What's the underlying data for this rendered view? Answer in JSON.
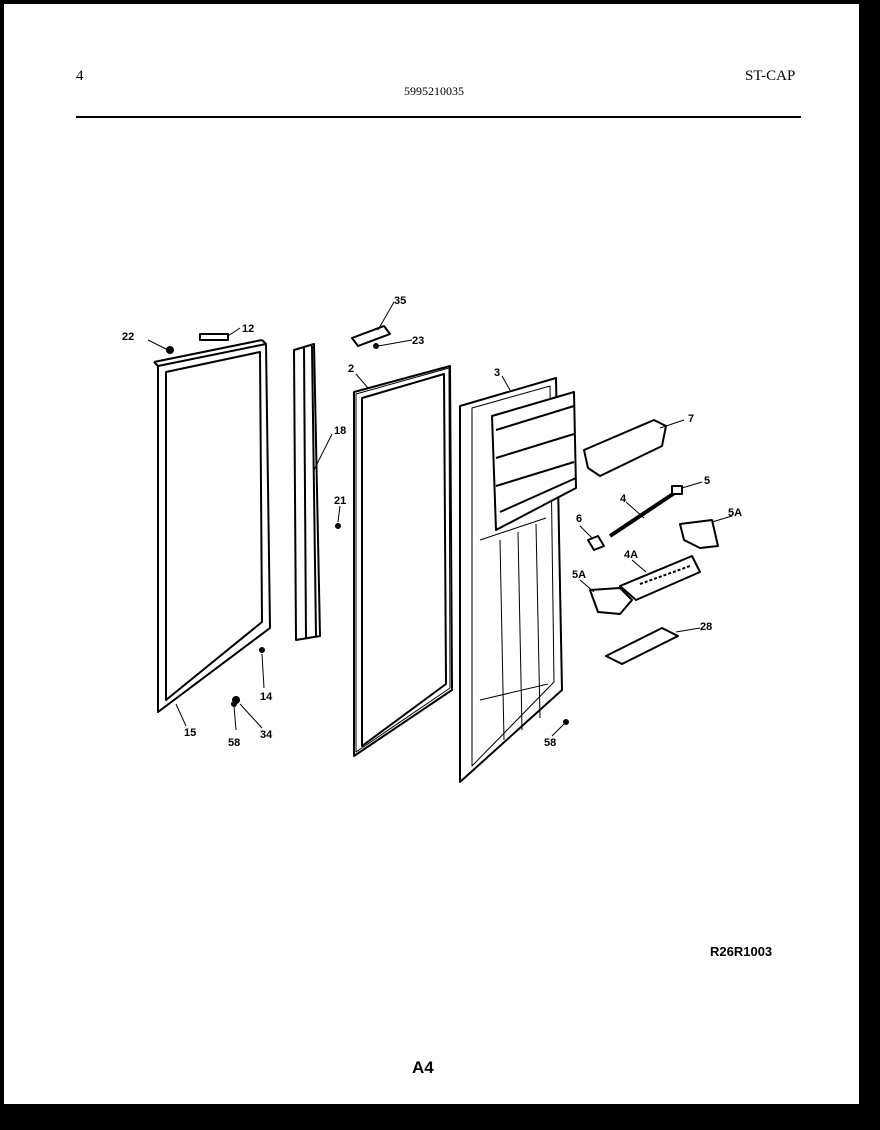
{
  "header": {
    "page_number": "4",
    "document_code": "5995210035",
    "model": "ST-CAP"
  },
  "diagram": {
    "part_labels": {
      "p22": "22",
      "p12": "12",
      "p35": "35",
      "p23": "23",
      "p2": "2",
      "p3": "3",
      "p18": "18",
      "p21": "21",
      "p7": "7",
      "p5": "5",
      "p4": "4",
      "p6": "6",
      "p5A_top": "5A",
      "p4A": "4A",
      "p5A_bottom": "5A",
      "p28": "28",
      "p14": "14",
      "p15": "15",
      "p58_left": "58",
      "p34": "34",
      "p58_right": "58"
    }
  },
  "footer": {
    "drawing_ref": "R26R1003",
    "page_label": "A4"
  }
}
